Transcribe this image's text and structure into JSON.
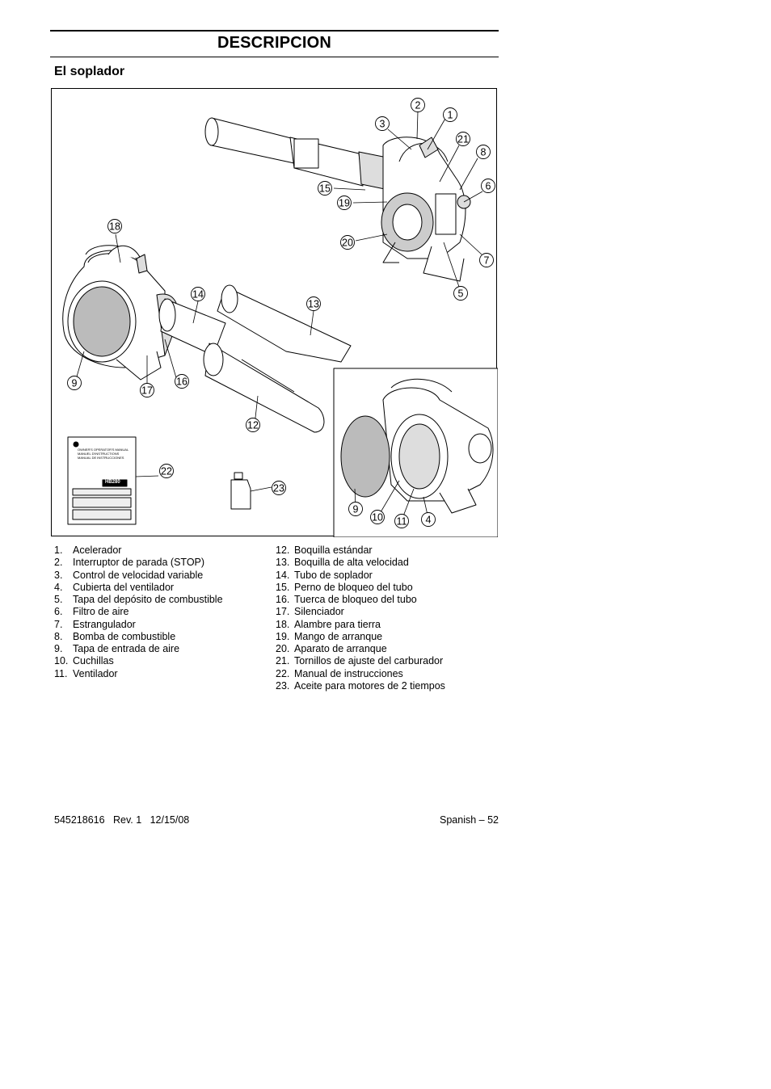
{
  "header": {
    "title": "DESCRIPCION",
    "subtitle": "El soplador"
  },
  "figure": {
    "callouts": [
      "1",
      "2",
      "3",
      "4",
      "5",
      "6",
      "7",
      "8",
      "9",
      "10",
      "11",
      "12",
      "13",
      "14",
      "15",
      "16",
      "17",
      "18",
      "19",
      "20",
      "21",
      "22",
      "23"
    ],
    "manual_cover": {
      "lines": [
        "OWNER'S OPERATOR'S MANUAL",
        "MANUEL D'INSTRUCTIONS",
        "MANUAL DE INSTRUCCIONES"
      ],
      "model": "HB280"
    }
  },
  "parts_left": [
    {
      "n": "1.",
      "label": "Acelerador"
    },
    {
      "n": "2.",
      "label": "Interruptor de parada (STOP)"
    },
    {
      "n": "3.",
      "label": "Control de velocidad variable"
    },
    {
      "n": "4.",
      "label": "Cubierta del ventilador"
    },
    {
      "n": "5.",
      "label": "Tapa del depósito de combustible"
    },
    {
      "n": "6.",
      "label": "Filtro de aire"
    },
    {
      "n": "7.",
      "label": "Estrangulador"
    },
    {
      "n": "8.",
      "label": "Bomba de combustible"
    },
    {
      "n": "9.",
      "label": "Tapa de entrada de aire"
    },
    {
      "n": "10.",
      "label": "Cuchillas"
    },
    {
      "n": "11.",
      "label": "Ventilador"
    }
  ],
  "parts_right": [
    {
      "n": "12.",
      "label": "Boquilla estándar"
    },
    {
      "n": "13.",
      "label": "Boquilla de alta velocidad"
    },
    {
      "n": "14.",
      "label": "Tubo de soplador"
    },
    {
      "n": "15.",
      "label": "Perno de bloqueo del tubo"
    },
    {
      "n": "16.",
      "label": "Tuerca de bloqueo del tubo"
    },
    {
      "n": "17.",
      "label": "Silenciador"
    },
    {
      "n": "18.",
      "label": "Alambre para tierra"
    },
    {
      "n": "19.",
      "label": "Mango de arranque"
    },
    {
      "n": "20.",
      "label": "Aparato de arranque"
    },
    {
      "n": "21.",
      "label": "Tornillos de ajuste del carburador"
    },
    {
      "n": "22.",
      "label": "Manual de instrucciones"
    },
    {
      "n": "23.",
      "label": "Aceite para motores de 2 tiempos"
    }
  ],
  "footer": {
    "doc_info": "545218616   Rev. 1   12/15/08",
    "page": "Spanish – 52"
  }
}
